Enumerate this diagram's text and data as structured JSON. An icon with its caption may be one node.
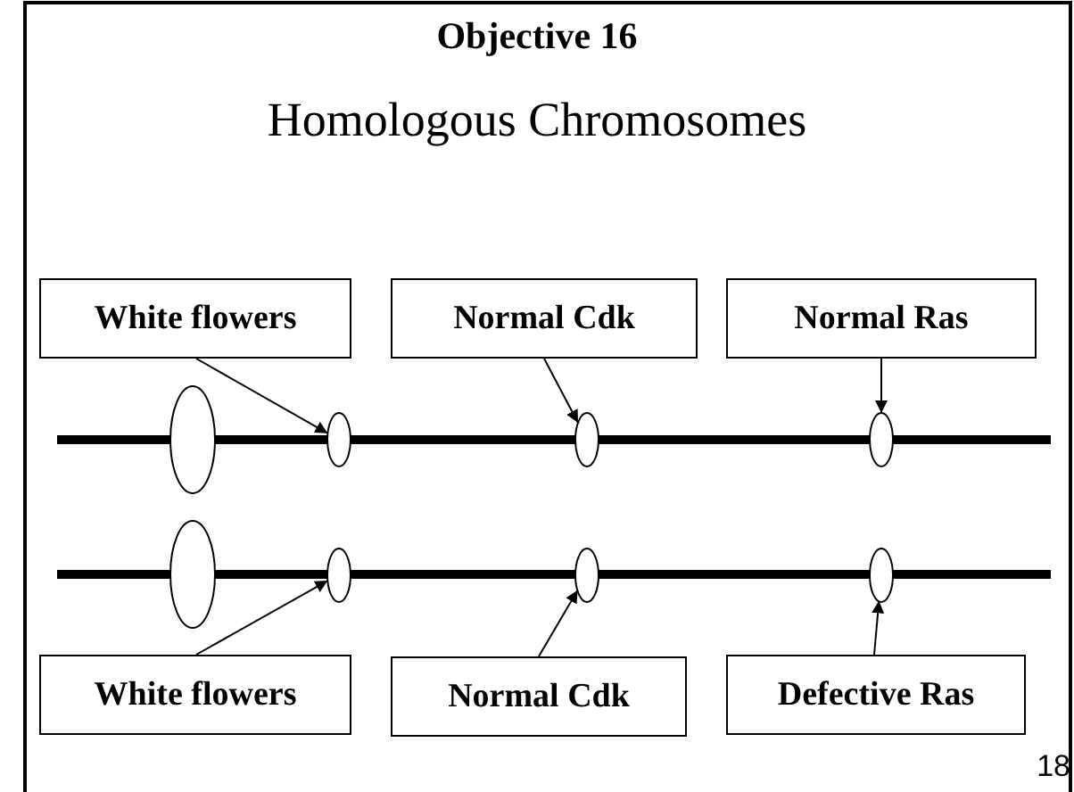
{
  "diagram": {
    "title": "Objective 16",
    "nodes": [
      {
        "text": [
          "White flowers"
        ]
      },
      {
        "text": [
          "Normal Cdk"
        ]
      },
      {
        "text": [
          "Normal Ras"
        ]
      },
      {
        "text": [],
        "shape": "ellipse"
      },
      {
        "text": [],
        "shape": "ellipse"
      },
      {
        "text": [],
        "shape": "ellipse"
      },
      {
        "text": [],
        "shape": "ellipse"
      },
      {
        "text": [],
        "shape": "ellipse"
      },
      {
        "text": [],
        "shape": "ellipse"
      },
      {
        "text": [
          "White flowers"
        ]
      },
      {
        "text": [
          "Normal Cdk"
        ]
      },
      {
        "text": [
          "Defective Ras"
        ]
      }
    ],
    "edges": [
      {
        "from": 0,
        "to": 3,
        "arrow": "to"
      },
      {
        "from": 1,
        "to": 4,
        "arrow": "to"
      },
      {
        "from": 2,
        "to": 5,
        "arrow": "to"
      },
      {
        "from": 9,
        "to": 6,
        "arrow": "to"
      },
      {
        "from": 10,
        "to": 7,
        "arrow": "to"
      },
      {
        "from": 11,
        "to": 8,
        "arrow": "to"
      }
    ],
    "labels": [
      "Homologous Chromosomes",
      "18"
    ]
  }
}
